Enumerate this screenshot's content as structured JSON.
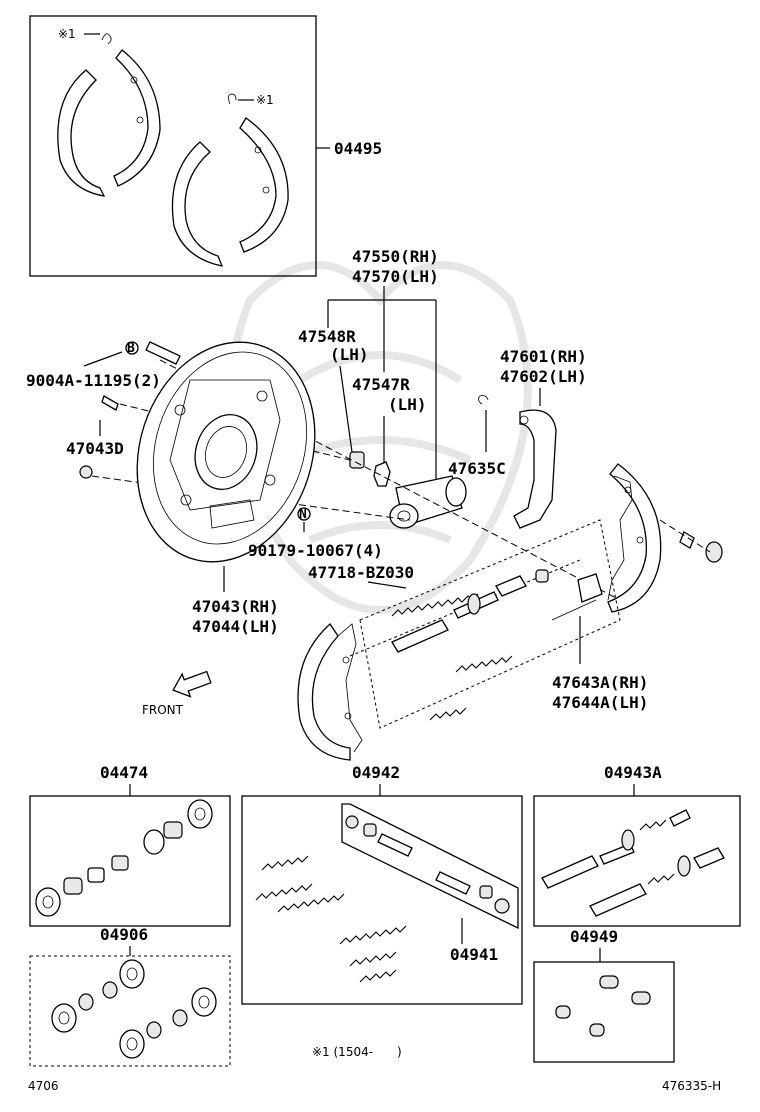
{
  "labels": {
    "kit_shoe": "04495",
    "cyl_rh": "47550(RH)",
    "cyl_lh": "47570(LH)",
    "boot": "47548R",
    "boot_lh": "(LH)",
    "bleeder": "47547R",
    "bleeder_lh": "(LH)",
    "lever_rh": "47601(RH)",
    "lever_lh": "47602(LH)",
    "clip": "47635C",
    "bolt": "9004A-11195(2)",
    "plate_bolt": "47043D",
    "nut": "90179-10067(4)",
    "spring_set": "47718-BZ030",
    "plate_rh": "47043(RH)",
    "plate_lh": "47044(LH)",
    "adj_rh": "47643A(RH)",
    "adj_lh": "47644A(LH)",
    "front": "FRONT",
    "kit_cyl": "04474",
    "kit_spring": "04942",
    "kit_adj": "04943A",
    "kit_cup": "04906",
    "kit_inner": "04941",
    "kit_pin": "04949",
    "note_mark_1": "※1",
    "note_mark_2": "※1",
    "tag_b": "B",
    "tag_n": "N",
    "footnote": "※1 (1504-　　)",
    "ref_left": "4706",
    "ref_right": "476335-H"
  }
}
